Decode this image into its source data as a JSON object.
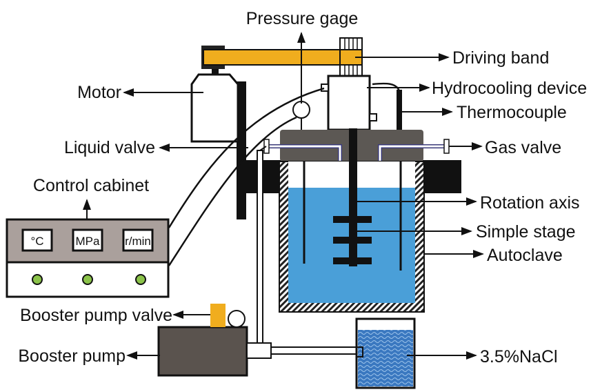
{
  "title": "Experimental apparatus schematic",
  "labels": {
    "pressure_gage": "Pressure gage",
    "driving_band": "Driving band",
    "hydrocooling_device": "Hydrocooling device",
    "thermocouple": "Thermocouple",
    "motor": "Motor",
    "liquid_valve": "Liquid valve",
    "gas_valve": "Gas valve",
    "control_cabinet": "Control cabinet",
    "rotation_axis": "Rotation axis",
    "simple_stage": "Simple stage",
    "autoclave": "Autoclave",
    "booster_pump_valve": "Booster pump valve",
    "booster_pump": "Booster pump",
    "nacl": "3.5%NaCl"
  },
  "control_panel": {
    "displays": [
      "°C",
      "MPa",
      "r/min"
    ]
  },
  "colors": {
    "belt": "#f0ad1e",
    "solution": "#4a9fd8",
    "nacl_tank": "#3a78c0",
    "cabinet_top": "#aaa09c",
    "lid": "#5c5854",
    "pump": "#5a534e",
    "indicator": "#8bc34a"
  }
}
